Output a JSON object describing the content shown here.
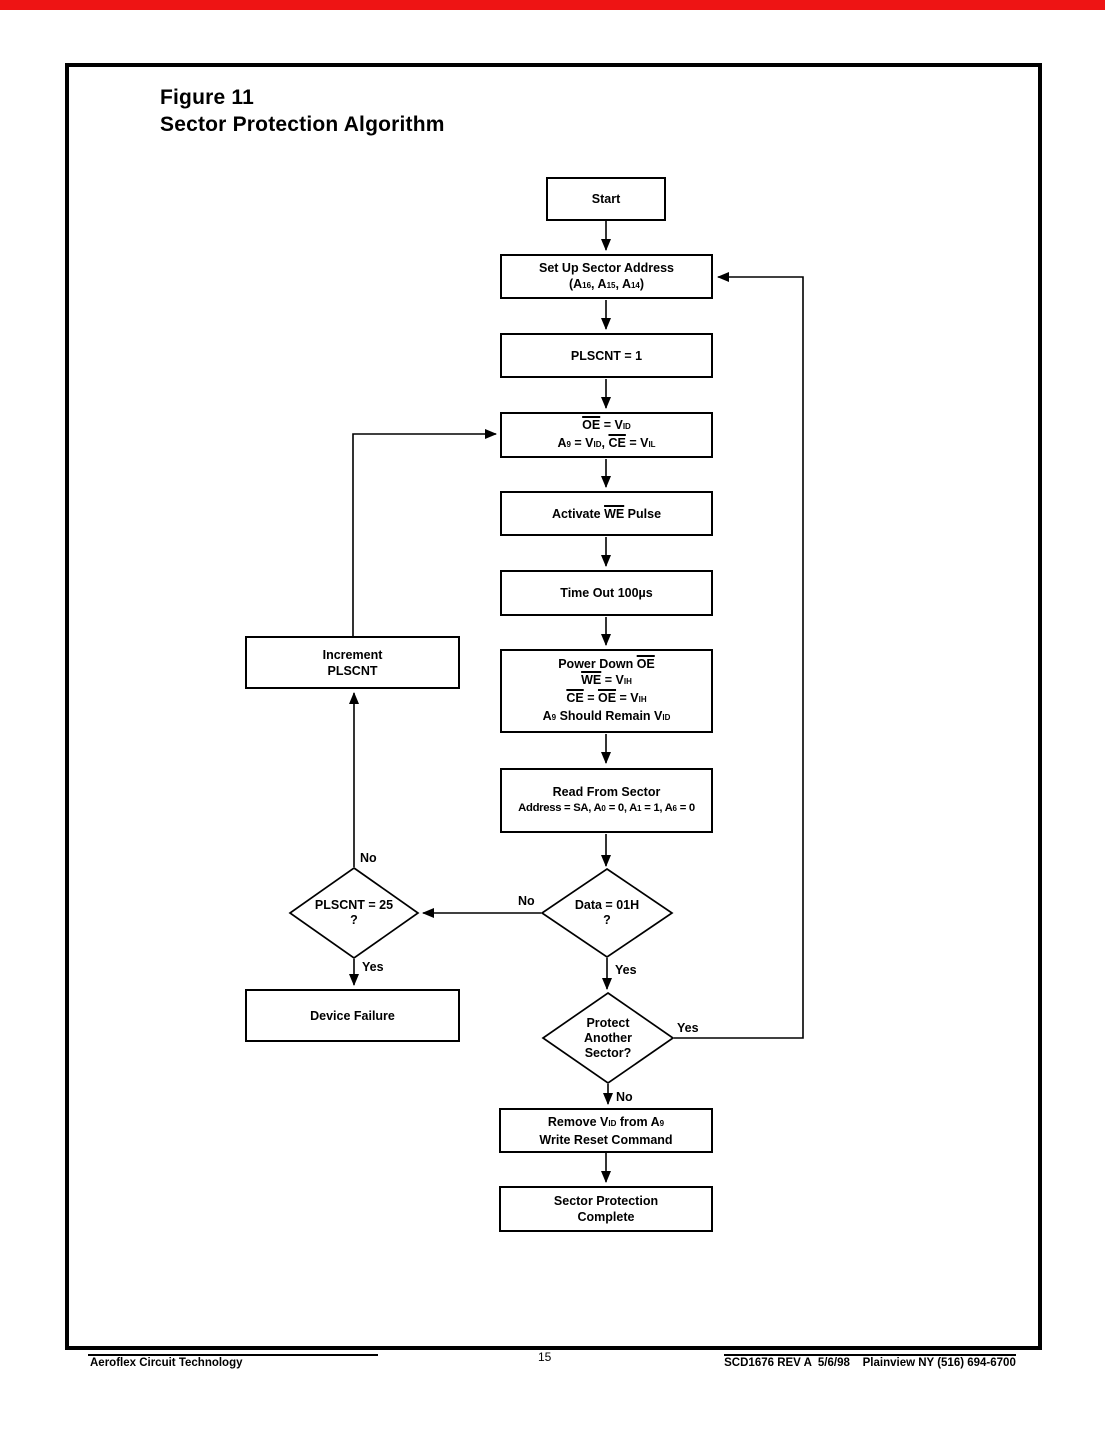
{
  "page": {
    "accent_bar_color": "#ee1414",
    "title_line1": "Figure 11",
    "title_line2": "Sector Protection Algorithm",
    "footer": {
      "left": "Aeroflex Circuit Technology",
      "page_number": "15",
      "right": "SCD1676 REV A  5/6/98    Plainview NY (516) 694-6700"
    }
  },
  "flowchart": {
    "nodes": {
      "start": {
        "lines": [
          [
            {
              "t": "Start"
            }
          ]
        ]
      },
      "setup": {
        "lines": [
          [
            {
              "t": "Set Up Sector Address"
            }
          ],
          [
            {
              "t": "(A"
            },
            {
              "t": "16",
              "sub": true
            },
            {
              "t": ", A"
            },
            {
              "t": "15",
              "sub": true
            },
            {
              "t": ", A"
            },
            {
              "t": "14",
              "sub": true
            },
            {
              "t": ")"
            }
          ]
        ]
      },
      "plscnt1": {
        "lines": [
          [
            {
              "t": "PLSCNT = 1"
            }
          ]
        ]
      },
      "oevid": {
        "lines": [
          [
            {
              "t": "OE",
              "ov": true
            },
            {
              "t": " = V"
            },
            {
              "t": "ID",
              "sub": true
            }
          ],
          [
            {
              "t": "A"
            },
            {
              "t": "9",
              "sub": true
            },
            {
              "t": " = V"
            },
            {
              "t": "ID",
              "sub": true
            },
            {
              "t": ", "
            },
            {
              "t": "CE",
              "ov": true
            },
            {
              "t": " = V"
            },
            {
              "t": "IL",
              "sub": true
            }
          ]
        ]
      },
      "activate": {
        "lines": [
          [
            {
              "t": "Activate "
            },
            {
              "t": "WE",
              "ov": true
            },
            {
              "t": " Pulse"
            }
          ]
        ]
      },
      "timeout": {
        "lines": [
          [
            {
              "t": "Time Out 100µs"
            }
          ]
        ]
      },
      "increment": {
        "lines": [
          [
            {
              "t": "Increment"
            }
          ],
          [
            {
              "t": "PLSCNT"
            }
          ]
        ]
      },
      "powerdown": {
        "lines": [
          [
            {
              "t": "Power Down "
            },
            {
              "t": "OE",
              "ov": true
            }
          ],
          [
            {
              "t": "WE",
              "ov": true
            },
            {
              "t": " = V"
            },
            {
              "t": "IH",
              "sub": true
            }
          ],
          [
            {
              "t": "CE",
              "ov": true
            },
            {
              "t": " = "
            },
            {
              "t": "OE",
              "ov": true
            },
            {
              "t": " = V"
            },
            {
              "t": "IH",
              "sub": true
            }
          ],
          [
            {
              "t": "A"
            },
            {
              "t": "9",
              "sub": true
            },
            {
              "t": " Should Remain V"
            },
            {
              "t": "ID",
              "sub": true
            }
          ]
        ]
      },
      "readsector": {
        "lines": [
          [
            {
              "t": "Read From Sector"
            }
          ],
          [
            {
              "t": "Address = SA, A"
            },
            {
              "t": "0",
              "sub": true
            },
            {
              "t": " = 0, A"
            },
            {
              "t": "1",
              "sub": true
            },
            {
              "t": " = 1, A"
            },
            {
              "t": "6",
              "sub": true
            },
            {
              "t": " = 0"
            }
          ]
        ]
      },
      "data01h": {
        "lines": [
          [
            {
              "t": "Data = 01H"
            }
          ],
          [
            {
              "t": "?"
            }
          ]
        ]
      },
      "plscnt25": {
        "lines": [
          [
            {
              "t": "PLSCNT = 25"
            }
          ],
          [
            {
              "t": "?"
            }
          ]
        ]
      },
      "devicefailure": {
        "lines": [
          [
            {
              "t": "Device Failure"
            }
          ]
        ]
      },
      "protect": {
        "lines": [
          [
            {
              "t": "Protect"
            }
          ],
          [
            {
              "t": "Another"
            }
          ],
          [
            {
              "t": "Sector?"
            }
          ]
        ]
      },
      "remove": {
        "lines": [
          [
            {
              "t": "Remove V"
            },
            {
              "t": "ID",
              "sub": true
            },
            {
              "t": " from A"
            },
            {
              "t": "9",
              "sub": true
            }
          ],
          [
            {
              "t": "Write Reset Command"
            }
          ]
        ]
      },
      "complete": {
        "lines": [
          [
            {
              "t": "Sector Protection"
            }
          ],
          [
            {
              "t": "Complete"
            }
          ]
        ]
      }
    },
    "edge_labels": {
      "plscnt_no": "No",
      "plscnt_yes": "Yes",
      "data_no": "No",
      "data_yes": "Yes",
      "protect_yes": "Yes",
      "protect_no": "No"
    }
  }
}
